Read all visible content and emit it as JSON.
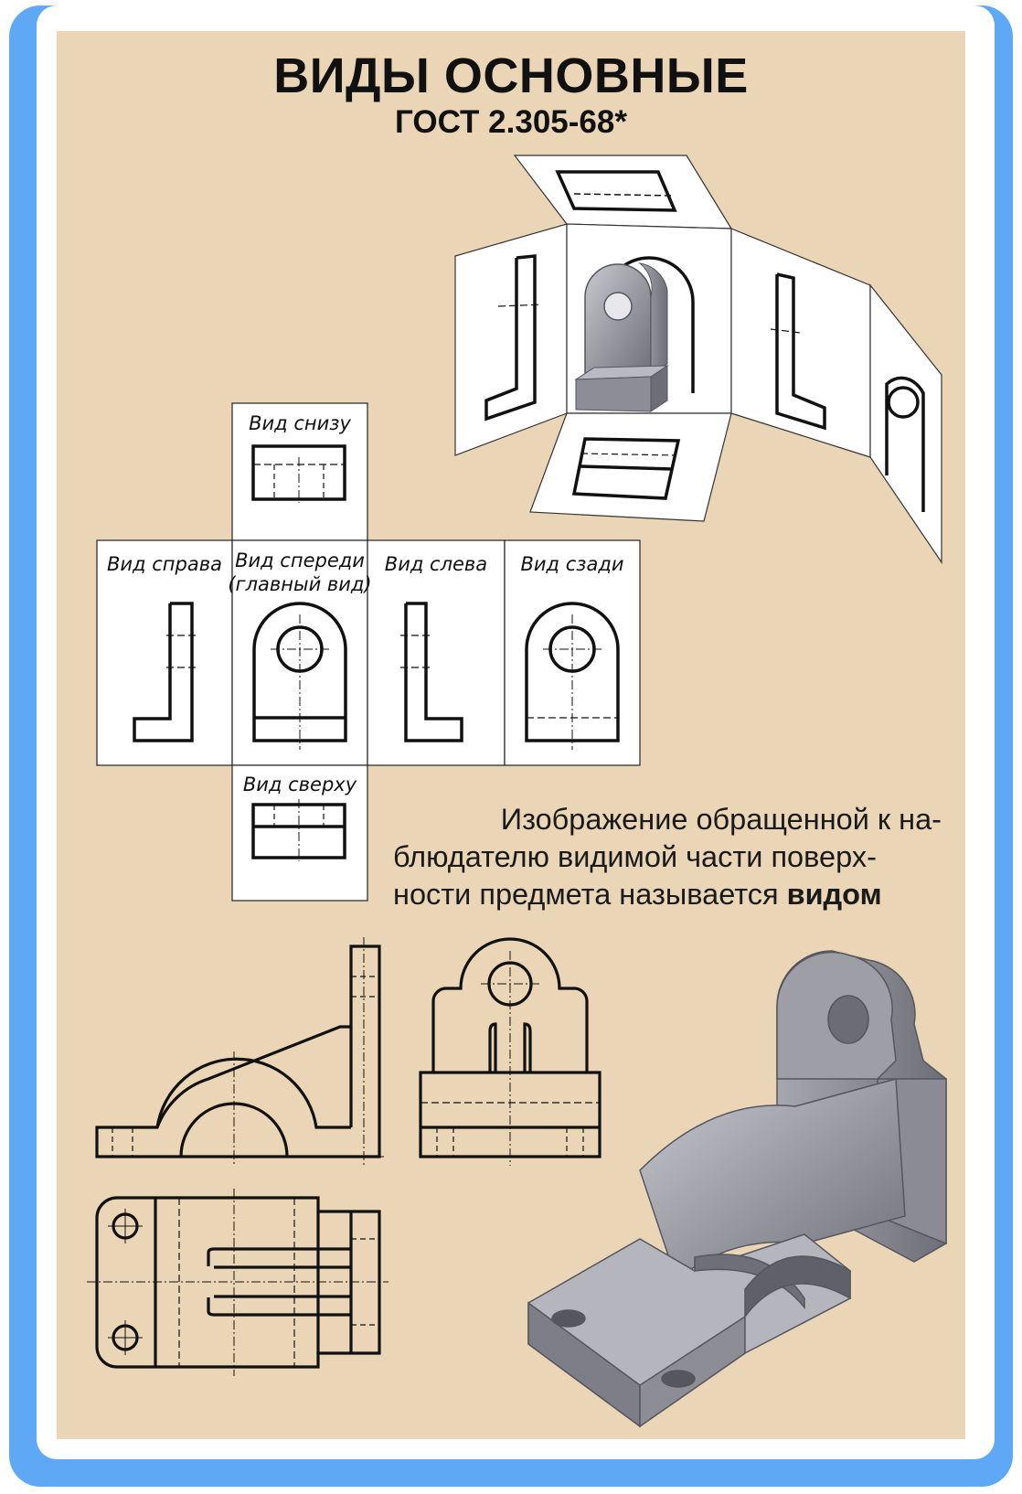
{
  "header": {
    "title": "ВИДЫ ОСНОВНЫЕ",
    "standard": "ГОСТ 2.305-68*"
  },
  "views": {
    "bottom": "Вид снизу",
    "right": "Вид справа",
    "front_line1": "Вид спереди",
    "front_line2": "(главный вид)",
    "left": "Вид слева",
    "rear": "Вид сзади",
    "top": "Вид сверху"
  },
  "definition": {
    "line1": "Изображение  обращенной к на-",
    "line2": "блюдателю видимой части поверх-",
    "line3_text": "ности предмета называется ",
    "line3_bold": "видом"
  },
  "colors": {
    "frame_blue": "#5ea8f6",
    "poster_beige": "#ead6b6",
    "model_gray": "#8f9098"
  }
}
